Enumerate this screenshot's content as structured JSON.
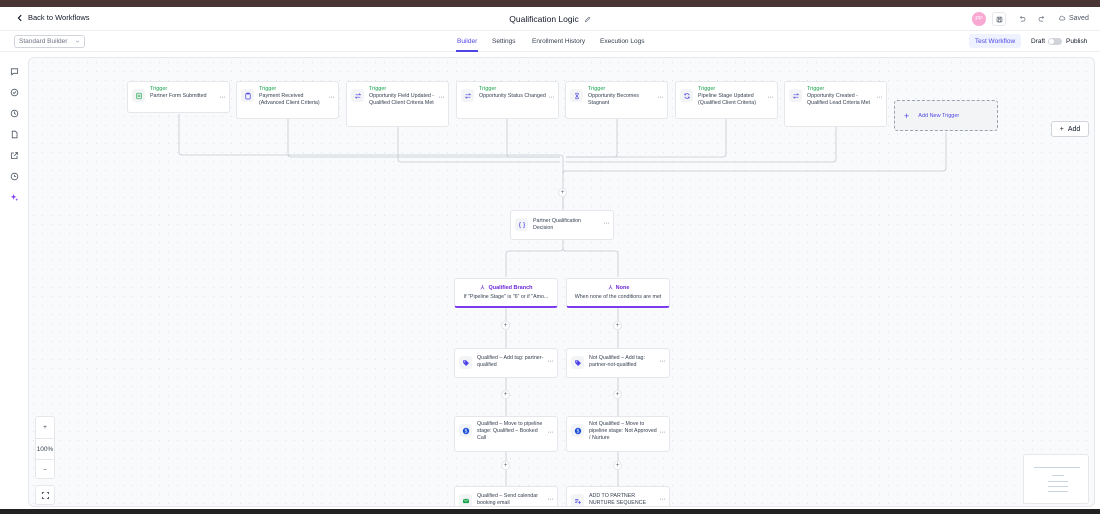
{
  "header": {
    "back_label": "Back to Workflows",
    "title": "Qualification Logic",
    "avatar_initials": "PP",
    "saved_label": "Saved"
  },
  "subbar": {
    "builder_mode": "Standard Builder",
    "tabs": [
      {
        "label": "Builder",
        "active": true
      },
      {
        "label": "Settings",
        "active": false
      },
      {
        "label": "Enrollment History",
        "active": false
      },
      {
        "label": "Execution Logs",
        "active": false
      }
    ],
    "test_label": "Test Workflow",
    "draft_label": "Draft",
    "publish_label": "Publish"
  },
  "canvas": {
    "add_label": "Add",
    "zoom_level": "100%",
    "zoom_in": "+",
    "zoom_out": "−"
  },
  "triggers": [
    {
      "kind": "Trigger",
      "label": "Partner Form Submitted",
      "icon": "form-icon"
    },
    {
      "kind": "Trigger",
      "label": "Payment Received (Advanced Client Criteria)",
      "icon": "clipboard-icon"
    },
    {
      "kind": "Trigger",
      "label": "Opportunity Field Updated - Qualified Client Criteria Met",
      "icon": "swap-icon"
    },
    {
      "kind": "Trigger",
      "label": "Opportunity Status Changed",
      "icon": "swap-icon"
    },
    {
      "kind": "Trigger",
      "label": "Opportunity Becomes Stagnant",
      "icon": "hourglass-icon"
    },
    {
      "kind": "Trigger",
      "label": "Pipeline Stage Updated (Qualified Client Criteria)",
      "icon": "refresh-icon"
    },
    {
      "kind": "Trigger",
      "label": "Opportunity Created - Qualified Lead Criteria Met",
      "icon": "swap-icon"
    }
  ],
  "add_trigger_label": "Add New Trigger",
  "decision": {
    "label": "Partner Qualification Decision"
  },
  "branches": [
    {
      "title": "Qualified Branch",
      "desc": "If \"Pipeline Stage\" is \"6\" or if \"Amo..."
    },
    {
      "title": "None",
      "desc": "When none of the conditions are met"
    }
  ],
  "actions_left": [
    {
      "label": "Qualified – Add tag: partner-qualified",
      "icon": "tag-icon"
    },
    {
      "label": "Qualified – Move to pipeline stage: Qualified – Booked Call",
      "icon": "dollar-icon"
    },
    {
      "label": "Qualified – Send calendar booking email",
      "icon": "email-icon"
    }
  ],
  "actions_right": [
    {
      "label": "Not Qualified – Add tag: partner-not-qualified",
      "icon": "tag-icon"
    },
    {
      "label": "Not Qualified – Move to pipeline stage: Not Approved / Nurture",
      "icon": "dollar-icon"
    },
    {
      "label": "ADD TO PARTNER NURTURE SEQUENCE",
      "icon": "list-add-icon"
    }
  ],
  "colors": {
    "accent": "#4f46e5",
    "trigger_green": "#16a34a",
    "branch_purple": "#7c3aed"
  }
}
